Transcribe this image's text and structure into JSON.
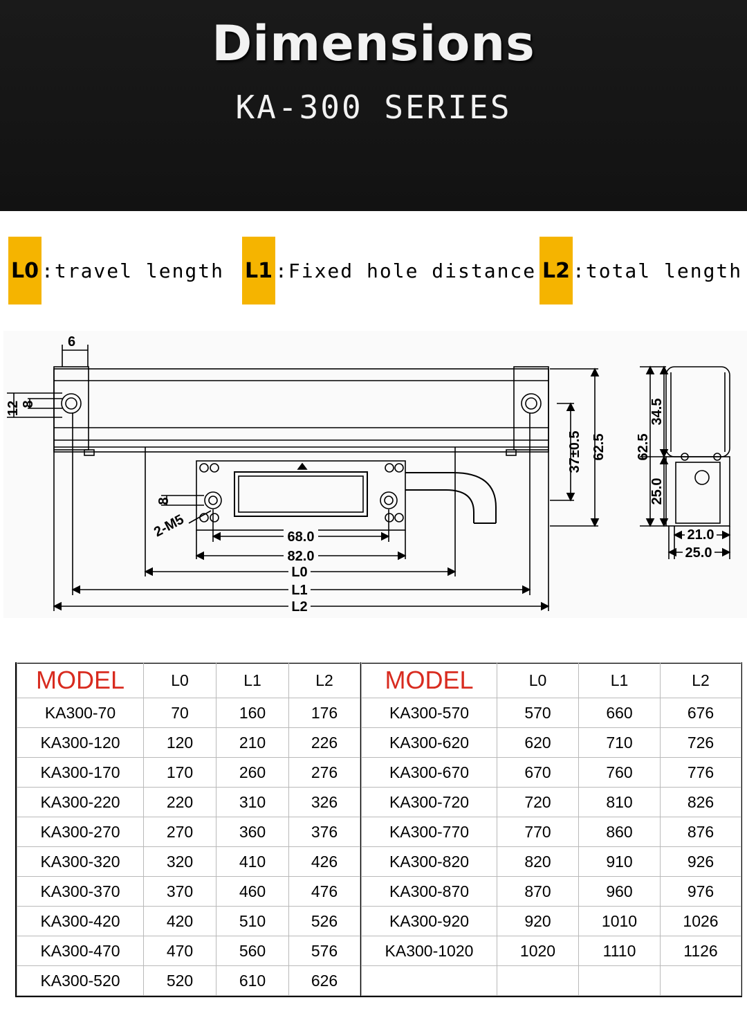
{
  "header": {
    "title": "Dimensions",
    "subtitle": "KA-300 SERIES"
  },
  "legend": [
    {
      "key": "L0",
      "desc": ":travel  length"
    },
    {
      "key": "L1",
      "desc": ":Fixed hole distance"
    },
    {
      "key": "L2",
      "desc": ":total  length"
    }
  ],
  "drawing": {
    "front_labels": {
      "d6": "6",
      "d12": "12",
      "d8a": "8",
      "d8b": "8",
      "m5": "2-M5",
      "d68": "68.0",
      "d82": "82.0",
      "l0": "L0",
      "l1": "L1",
      "l2": "L2",
      "d37": "37±0.5",
      "d625": "62.5"
    },
    "side_labels": {
      "d625": "62.5",
      "d345": "34.5",
      "d25": "25.0",
      "d21": "21.0",
      "d250": "25.0"
    }
  },
  "table": {
    "headers": [
      "MODEL",
      "L0",
      "L1",
      "L2"
    ],
    "left": [
      [
        "KA300-70",
        "70",
        "160",
        "176"
      ],
      [
        "KA300-120",
        "120",
        "210",
        "226"
      ],
      [
        "KA300-170",
        "170",
        "260",
        "276"
      ],
      [
        "KA300-220",
        "220",
        "310",
        "326"
      ],
      [
        "KA300-270",
        "270",
        "360",
        "376"
      ],
      [
        "KA300-320",
        "320",
        "410",
        "426"
      ],
      [
        "KA300-370",
        "370",
        "460",
        "476"
      ],
      [
        "KA300-420",
        "420",
        "510",
        "526"
      ],
      [
        "KA300-470",
        "470",
        "560",
        "576"
      ],
      [
        "KA300-520",
        "520",
        "610",
        "626"
      ]
    ],
    "right": [
      [
        "KA300-570",
        "570",
        "660",
        "676"
      ],
      [
        "KA300-620",
        "620",
        "710",
        "726"
      ],
      [
        "KA300-670",
        "670",
        "760",
        "776"
      ],
      [
        "KA300-720",
        "720",
        "810",
        "826"
      ],
      [
        "KA300-770",
        "770",
        "860",
        "876"
      ],
      [
        "KA300-820",
        "820",
        "910",
        "926"
      ],
      [
        "KA300-870",
        "870",
        "960",
        "976"
      ],
      [
        "KA300-920",
        "920",
        "1010",
        "1026"
      ],
      [
        "KA300-1020",
        "1020",
        "1110",
        "1126"
      ],
      [
        "",
        "",
        "",
        ""
      ]
    ]
  },
  "colors": {
    "header_bg": "#141414",
    "legend_key": "#f5b400",
    "model_header": "#d82b1f"
  }
}
